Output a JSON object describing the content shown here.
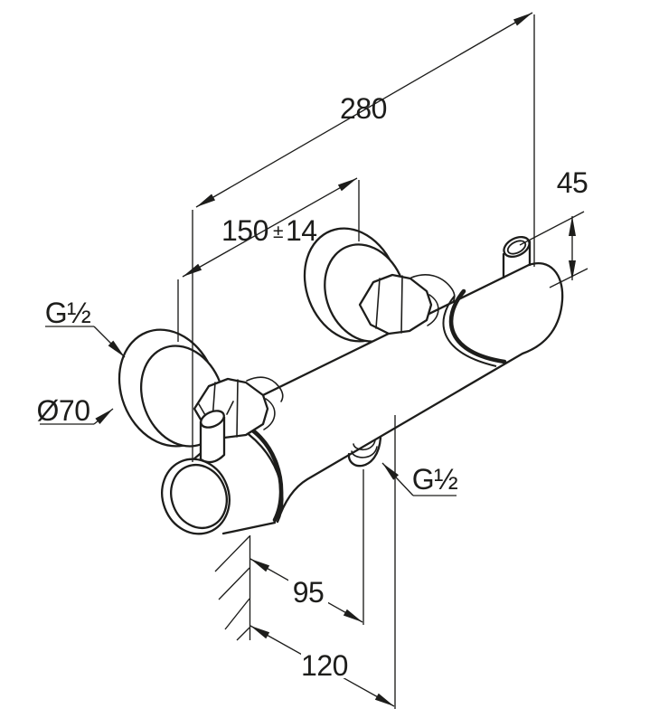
{
  "dims": {
    "overall": "280",
    "spacing": "150",
    "tol_sign": "±",
    "tol": "14",
    "knob_height": "45",
    "wall_to_outlet": "95",
    "wall_to_front": "120"
  },
  "labels": {
    "thread_top": "G½",
    "escutcheon_diameter": "Ø70",
    "thread_bottom": "G½"
  },
  "colors": {
    "line": "#1d1d1b",
    "background": "#ffffff"
  }
}
